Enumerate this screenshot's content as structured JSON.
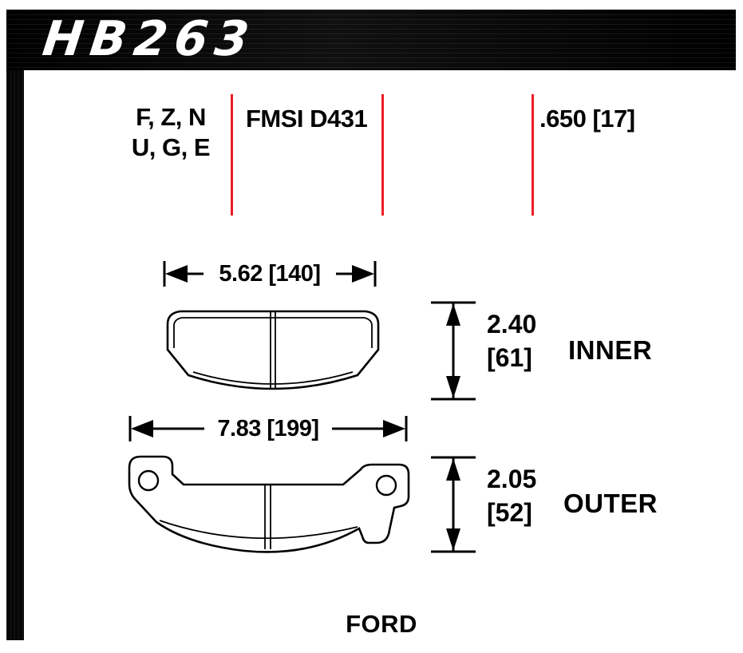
{
  "part": {
    "number": "HB263",
    "make": "FORD"
  },
  "header": {
    "compound_codes": [
      "F, Z, N",
      "U, G, E"
    ],
    "fmsi": "FMSI D431",
    "pad_thickness": ".650 [17]"
  },
  "inner_pad": {
    "width": "5.62 [140]",
    "height": "2.40",
    "height_mm": "[61]",
    "label": "INNER"
  },
  "outer_pad": {
    "width": "7.83 [199]",
    "height": "2.05",
    "height_mm": "[52]",
    "label": "OUTER"
  },
  "colors": {
    "accent_red": "#ed1c24",
    "ink": "#000000",
    "banner_black": "#060606"
  }
}
